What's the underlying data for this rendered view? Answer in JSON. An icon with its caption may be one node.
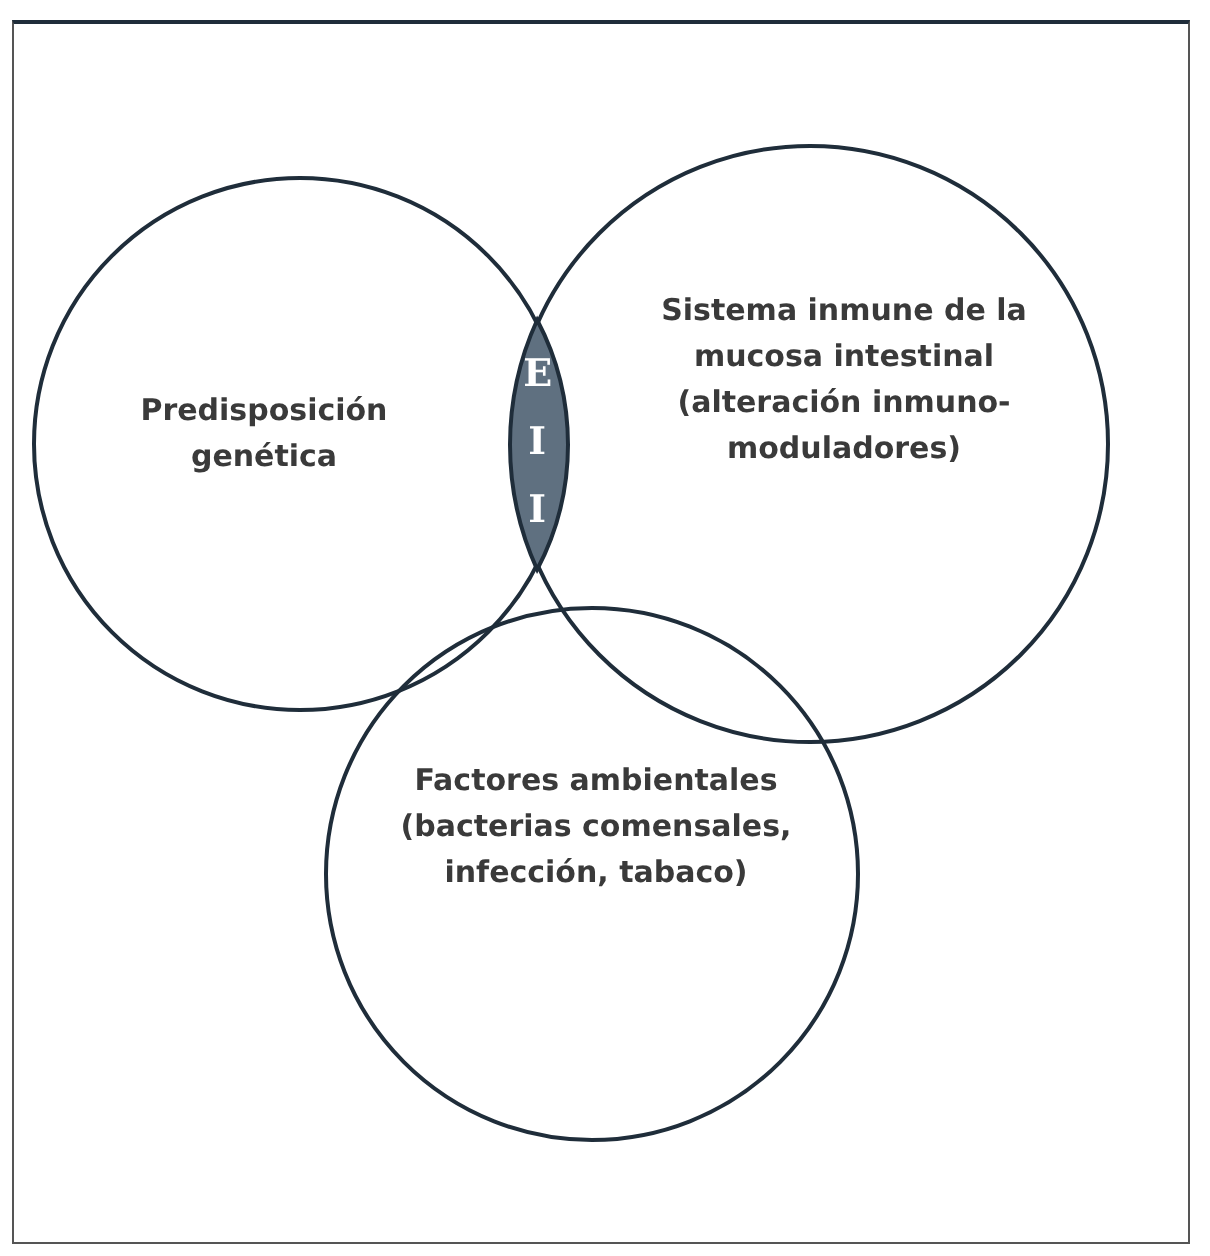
{
  "diagram": {
    "nodes": [
      {
        "text": [
          "Predisposición genética"
        ]
      },
      {
        "text": [
          "Sistema inmune de la mucosa intestinal (alteración inmuno- moduladores)"
        ]
      },
      {
        "text": [
          "Factores ambientales (bacterias comensales, infección, tabaco)"
        ]
      },
      {
        "text": [
          "E I I"
        ]
      }
    ],
    "edges": []
  }
}
